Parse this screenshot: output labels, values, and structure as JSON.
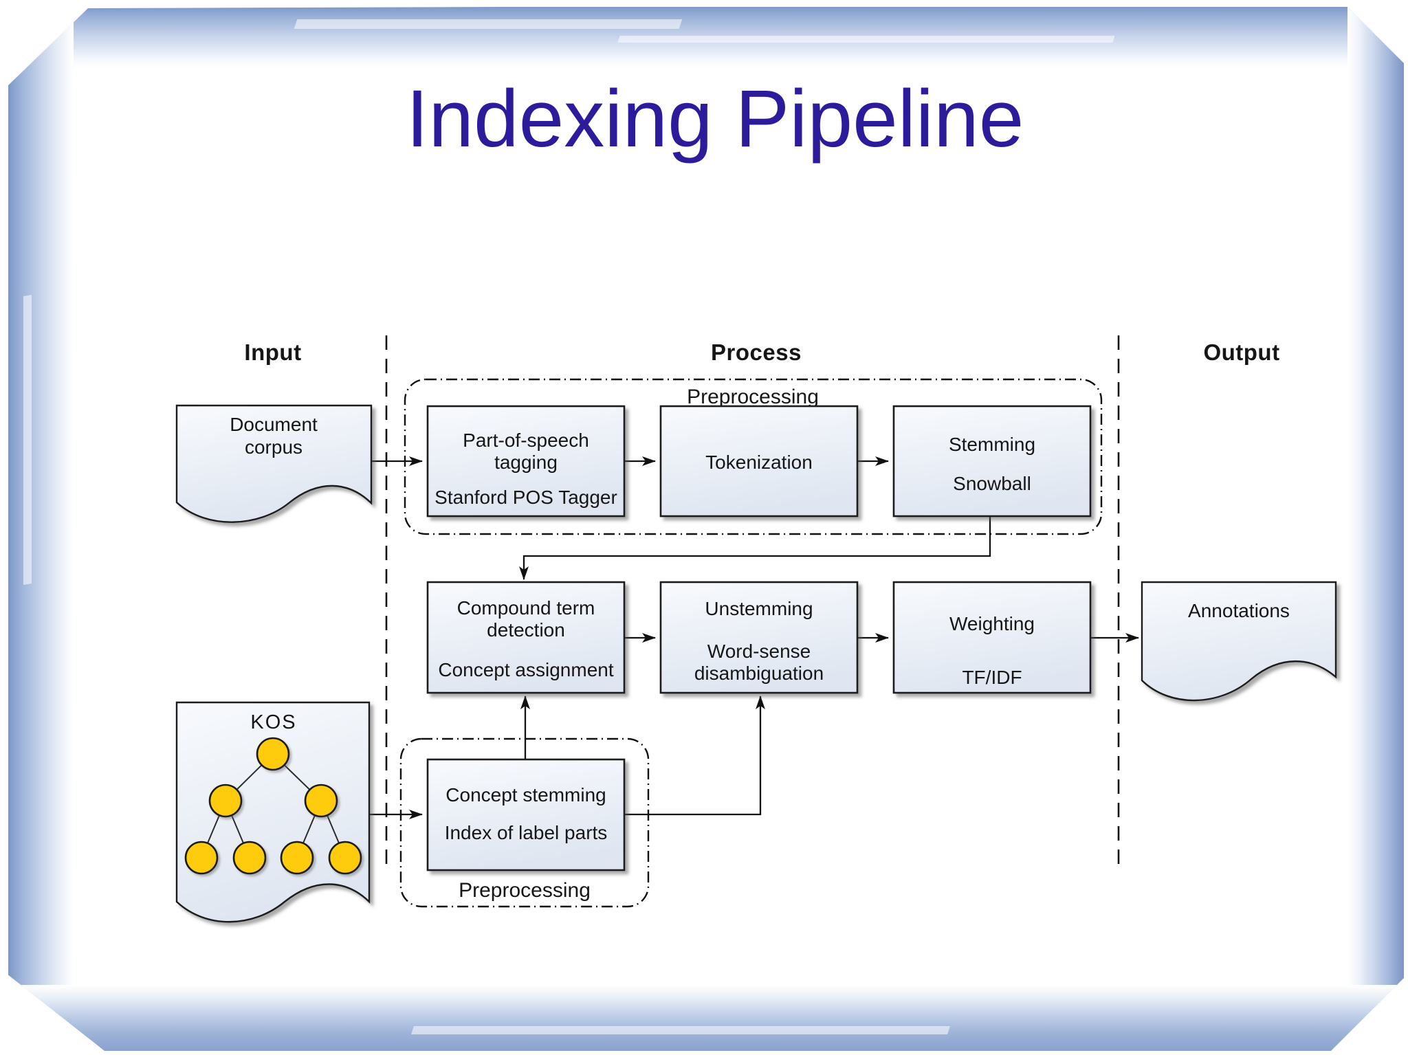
{
  "slide": {
    "title": "Indexing Pipeline"
  },
  "columns": {
    "input": "Input",
    "process": "Process",
    "output": "Output"
  },
  "groups": {
    "top_preprocessing": "Preprocessing",
    "bottom_preprocessing": "Preprocessing"
  },
  "nodes": {
    "document_corpus": {
      "type": "document",
      "lines": [
        "Document",
        "corpus"
      ]
    },
    "kos": {
      "type": "document",
      "lines": [
        "KOS"
      ]
    },
    "pos_tagging": {
      "type": "process",
      "lines": [
        "Part-of-speech",
        "tagging",
        "Stanford POS Tagger"
      ]
    },
    "tokenization": {
      "type": "process",
      "lines": [
        "Tokenization"
      ]
    },
    "stemming": {
      "type": "process",
      "lines": [
        "Stemming",
        "Snowball"
      ]
    },
    "compound_term_detection": {
      "type": "process",
      "lines": [
        "Compound term",
        "detection",
        "Concept assignment"
      ]
    },
    "unstemming": {
      "type": "process",
      "lines": [
        "Unstemming",
        "Word-sense",
        "disambiguation"
      ]
    },
    "weighting": {
      "type": "process",
      "lines": [
        "Weighting",
        "TF/IDF"
      ]
    },
    "concept_stemming": {
      "type": "process",
      "lines": [
        "Concept stemming",
        "Index of label parts"
      ]
    },
    "annotations": {
      "type": "document",
      "lines": [
        "Annotations"
      ]
    }
  },
  "colors": {
    "title": "#2c1c9c",
    "node_border": "#1a1a1a",
    "node_fill_top": "#f8fafd",
    "node_fill_bottom": "#dfe6f1",
    "kos_node_fill": "#ffcc11",
    "frame_outer": "#7e99c8",
    "frame_mid": "#b9c9e5",
    "frame_inner": "#e9eef7"
  }
}
